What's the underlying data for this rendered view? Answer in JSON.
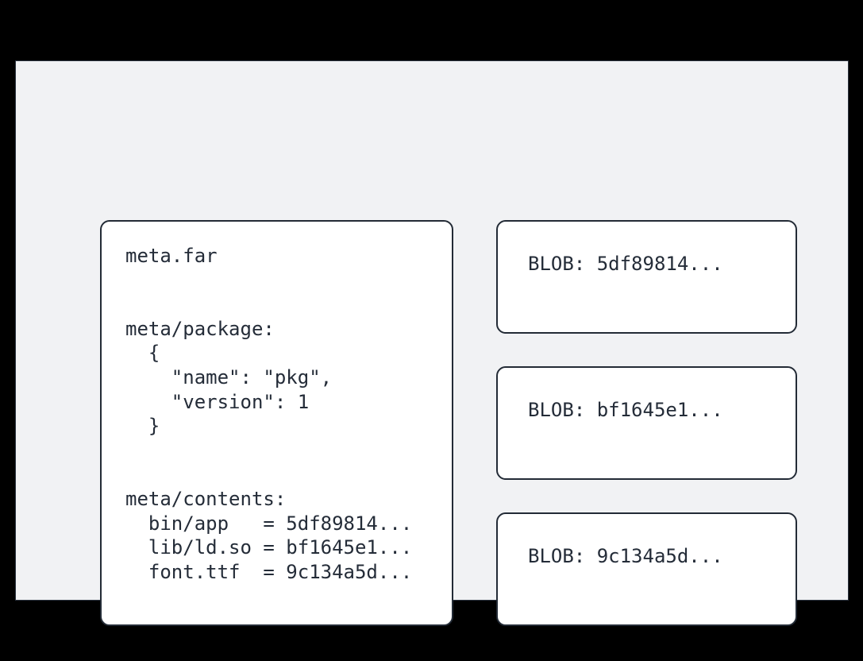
{
  "theme": {
    "page_background": "#000000",
    "canvas_background": "#f1f2f4",
    "canvas_border": "#2b333f",
    "card_background": "#ffffff",
    "card_border": "#232b36",
    "text_color": "#242c38"
  },
  "meta_card": {
    "title": "meta.far",
    "sections": {
      "package": {
        "heading": "meta/package:",
        "lines": [
          "  {",
          "    \"name\": \"pkg\",",
          "    \"version\": 1",
          "  }"
        ],
        "fields": {
          "name": "pkg",
          "version": 1
        }
      },
      "contents": {
        "heading": "meta/contents:",
        "entries": [
          {
            "path": "bin/app",
            "separator": "=",
            "hash": "5df89814..."
          },
          {
            "path": "lib/ld.so",
            "separator": "=",
            "hash": "bf1645e1..."
          },
          {
            "path": "font.ttf",
            "separator": "=",
            "hash": "9c134a5d..."
          }
        ],
        "lines": [
          "  bin/app   = 5df89814...",
          "  lib/ld.so = bf1645e1...",
          "  font.ttf  = 9c134a5d..."
        ]
      }
    },
    "full_text": "meta.far\n\n\nmeta/package:\n  {\n    \"name\": \"pkg\",\n    \"version\": 1\n  }\n\n\nmeta/contents:\n  bin/app   = 5df89814...\n  lib/ld.so = bf1645e1...\n  font.ttf  = 9c134a5d..."
  },
  "blobs": [
    {
      "label": "BLOB: 5df89814...",
      "prefix": "BLOB:",
      "hash": "5df89814..."
    },
    {
      "label": "BLOB: bf1645e1...",
      "prefix": "BLOB:",
      "hash": "bf1645e1..."
    },
    {
      "label": "BLOB: 9c134a5d...",
      "prefix": "BLOB:",
      "hash": "9c134a5d..."
    }
  ]
}
